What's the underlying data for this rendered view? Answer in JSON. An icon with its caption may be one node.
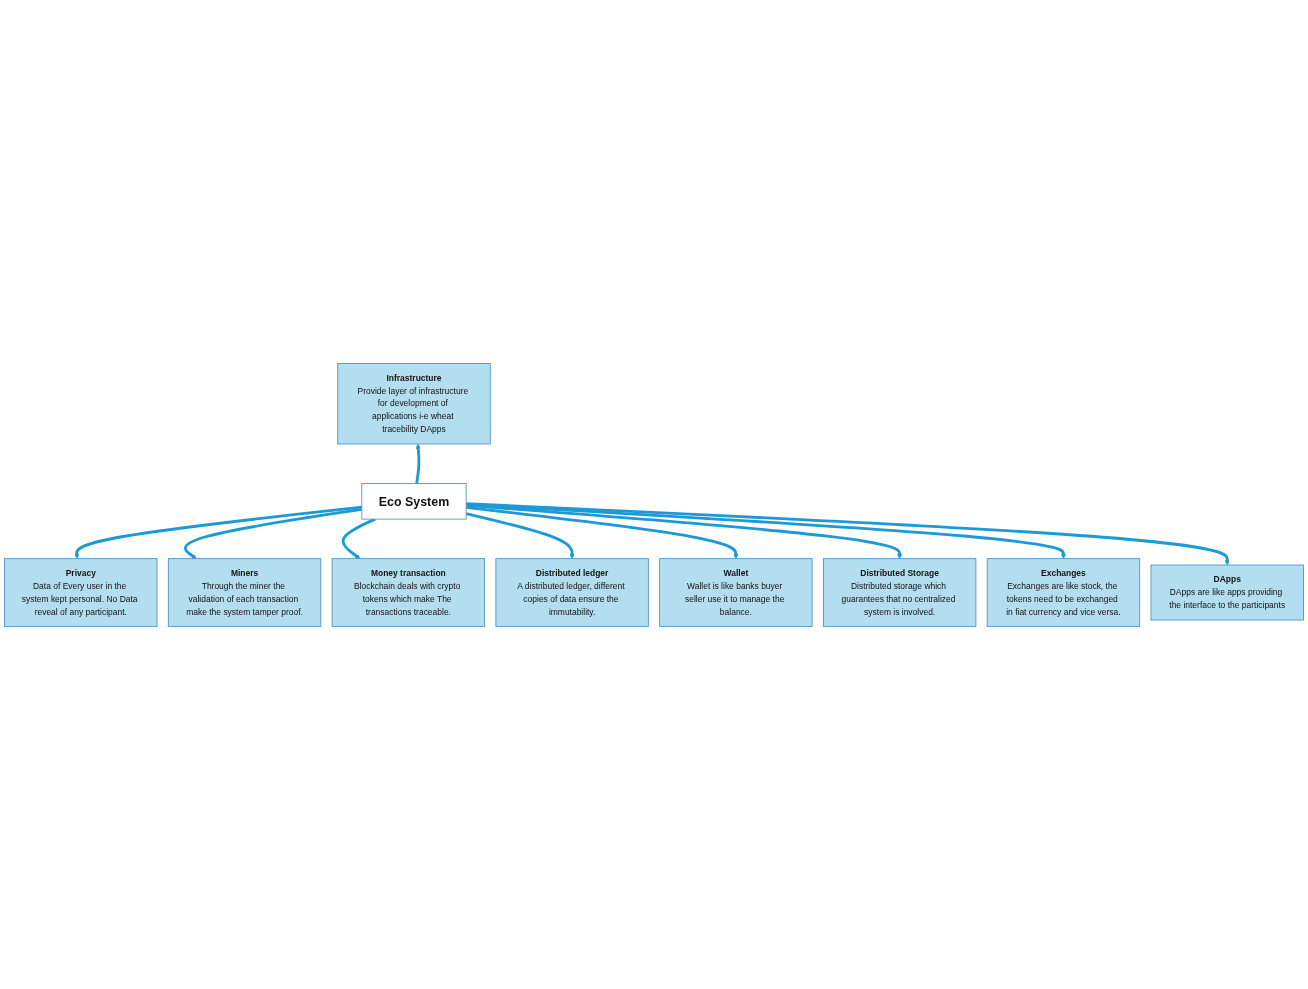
{
  "diagram": {
    "nodes": [
      {
        "text": [
          "Infrastructure",
          "Provide layer of infrastructure for development of applications i-e wheat tracebility DApps"
        ]
      },
      {
        "text": [
          "Privacy",
          "Data of Every user in the system kept personal. No Data reveal of any participant."
        ]
      },
      {
        "text": [
          "Miners",
          "Through the miner the validation of each transaction make the system tamper proof."
        ]
      },
      {
        "text": [
          "Money transaction",
          "Blockchain deals with crypto tokens which make The transactions traceable."
        ]
      },
      {
        "text": [
          "Distributed ledger",
          "A distributed ledger, different copies of data ensure the immutability."
        ]
      },
      {
        "text": [
          "Eco System"
        ]
      },
      {
        "text": [
          "Wallet",
          "Wallet is like banks buyer seller use it to manage the balance."
        ]
      },
      {
        "text": [
          "Distributed Storage",
          "Distributed storage which guarantees that no centralized system is involved."
        ]
      },
      {
        "text": [
          "Exchanges",
          "Exchanges are like stock, the tokens need to be exchanged in fiat currency and vice versa."
        ]
      },
      {
        "text": [
          "DApps",
          "DApps are like apps providing the interface to the participants"
        ]
      }
    ],
    "edges": [
      {
        "from": 5,
        "to": 0,
        "arrow": "to"
      },
      {
        "from": 5,
        "to": 1,
        "arrow": "to"
      },
      {
        "from": 5,
        "to": 2,
        "arrow": "to"
      },
      {
        "from": 5,
        "to": 3,
        "arrow": "to"
      },
      {
        "from": 5,
        "to": 4,
        "arrow": "to"
      },
      {
        "from": 5,
        "to": 6,
        "arrow": "to"
      },
      {
        "from": 5,
        "to": 7,
        "arrow": "to"
      },
      {
        "from": 5,
        "to": 8,
        "arrow": "to"
      },
      {
        "from": 5,
        "to": 9,
        "arrow": "to"
      }
    ]
  }
}
